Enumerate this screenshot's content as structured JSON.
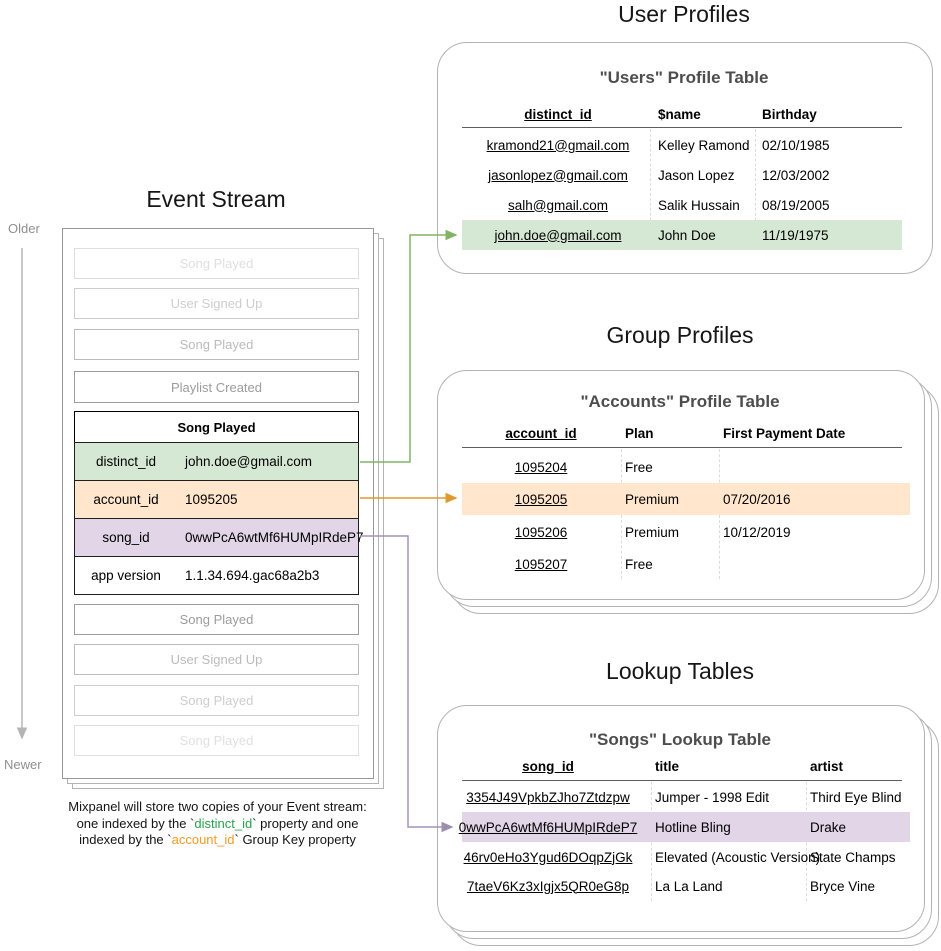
{
  "titles": {
    "event_stream": "Event Stream",
    "user_profiles": "User Profiles",
    "group_profiles": "Group Profiles",
    "lookup_tables": "Lookup Tables"
  },
  "timeline": {
    "older_label": "Older",
    "newer_label": "Newer"
  },
  "event_stream": {
    "events_before": [
      {
        "label": "Song Played"
      },
      {
        "label": "User Signed Up"
      },
      {
        "label": "Song Played"
      },
      {
        "label": "Playlist Created"
      }
    ],
    "expanded_event": {
      "title": "Song Played",
      "properties": [
        {
          "key": "distinct_id",
          "value": "john.doe@gmail.com"
        },
        {
          "key": "account_id",
          "value": "1095205"
        },
        {
          "key": "song_id",
          "value": "0wwPcA6wtMf6HUMpIRdeP7"
        },
        {
          "key": "app version",
          "value": "1.1.34.694.gac68a2b3"
        }
      ]
    },
    "events_after": [
      {
        "label": "Song Played"
      },
      {
        "label": "User Signed Up"
      },
      {
        "label": "Song Played"
      },
      {
        "label": "Song Played"
      }
    ]
  },
  "users_table": {
    "heading": "\"Users\" Profile Table",
    "columns": [
      "distinct_id",
      "$name",
      "Birthday"
    ],
    "rows": [
      {
        "id": "kramond21@gmail.com",
        "name": "Kelley Ramond",
        "birthday": "02/10/1985"
      },
      {
        "id": "jasonlopez@gmail.com",
        "name": "Jason Lopez",
        "birthday": "12/03/2002"
      },
      {
        "id": "salh@gmail.com",
        "name": "Salik Hussain",
        "birthday": "08/19/2005"
      },
      {
        "id": "john.doe@gmail.com",
        "name": "John Doe",
        "birthday": "11/19/1975"
      }
    ],
    "highlighted_row_index": 3
  },
  "accounts_table": {
    "heading": "\"Accounts\" Profile Table",
    "columns": [
      "account_id",
      "Plan",
      "First Payment Date"
    ],
    "rows": [
      {
        "id": "1095204",
        "plan": "Free",
        "first_payment": ""
      },
      {
        "id": "1095205",
        "plan": "Premium",
        "first_payment": "07/20/2016"
      },
      {
        "id": "1095206",
        "plan": "Premium",
        "first_payment": "10/12/2019"
      },
      {
        "id": "1095207",
        "plan": "Free",
        "first_payment": ""
      }
    ],
    "highlighted_row_index": 1
  },
  "songs_table": {
    "heading": "\"Songs\" Lookup Table",
    "columns": [
      "song_id",
      "title",
      "artist"
    ],
    "rows": [
      {
        "id": "3354J49VpkbZJho7Ztdzpw",
        "title": "Jumper - 1998 Edit",
        "artist": "Third Eye Blind"
      },
      {
        "id": "0wwPcA6wtMf6HUMpIRdeP7",
        "title": "Hotline Bling",
        "artist": "Drake"
      },
      {
        "id": "46rv0eHo3Ygud6DOqpZjGk",
        "title": "Elevated (Acoustic Version)",
        "artist": "State Champs"
      },
      {
        "id": "7taeV6Kz3xIgjx5QR0eG8p",
        "title": "La La Land",
        "artist": "Bryce Vine"
      }
    ],
    "highlighted_row_index": 1
  },
  "annotation": {
    "line1": "Mixpanel will store two copies of your Event stream:",
    "line2_pre": "one indexed by the `",
    "line2_code": "distinct_id",
    "line2_post": "` property and one",
    "line3_pre": "indexed by the `",
    "line3_code": "account_id",
    "line3_post": "` Group Key property"
  },
  "colors": {
    "green_highlight": "#d5e8d4",
    "orange_highlight": "#ffe6cc",
    "purple_highlight": "#e1d5e7",
    "green_arrow": "#82b366",
    "orange_arrow": "#e0992e",
    "purple_arrow": "#a493b8"
  }
}
